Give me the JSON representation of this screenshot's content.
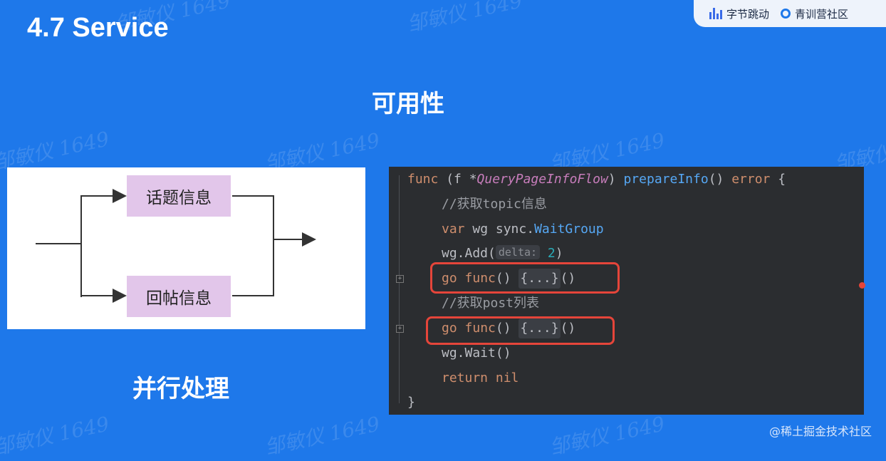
{
  "slide": {
    "title": "4.7 Service",
    "heading": "可用性",
    "subheading": "并行处理"
  },
  "brand": {
    "left_label": "字节跳动",
    "right_label": "青训营社区"
  },
  "diagram": {
    "box_top": "话题信息",
    "box_bottom": "回帖信息",
    "colors": {
      "box": "#e2c6ea",
      "arrow": "#333333"
    }
  },
  "code": {
    "line1": {
      "kw_func": "func",
      "open": " (f *",
      "type": "QueryPageInfoFlow",
      "close": ") ",
      "method": "prepareInfo",
      "parens": "() ",
      "kw_error": "error",
      "brace": " {"
    },
    "line2": {
      "comment": "//获取topic信息"
    },
    "line3": {
      "kw_var": "var",
      "ident": " wg sync.",
      "type": "WaitGroup"
    },
    "line4": {
      "call": "wg.Add(",
      "hint": "delta:",
      "arg": " 2",
      "close": ")"
    },
    "line5": {
      "kw_go": "go",
      "kw_func": " func",
      "parens": "() ",
      "fold": "{...}",
      "tail": "()"
    },
    "line6": {
      "comment": "//获取post列表"
    },
    "line7": {
      "kw_go": "go",
      "kw_func": " func",
      "parens": "() ",
      "fold": "{...}",
      "tail": "()"
    },
    "line8": {
      "call": "wg.Wait()"
    },
    "line9": {
      "kw_return": "return",
      "kw_nil": " nil"
    },
    "line10": {
      "brace": "}"
    },
    "colors": {
      "background": "#2b2d30",
      "keyword": "#cf8e6d",
      "function": "#56a8f5",
      "comment": "#9a9da3",
      "highlight": "#e5453a"
    }
  },
  "watermark": {
    "text": "邹敏仪 1649"
  },
  "footer": {
    "credit": "@稀土掘金技术社区"
  }
}
